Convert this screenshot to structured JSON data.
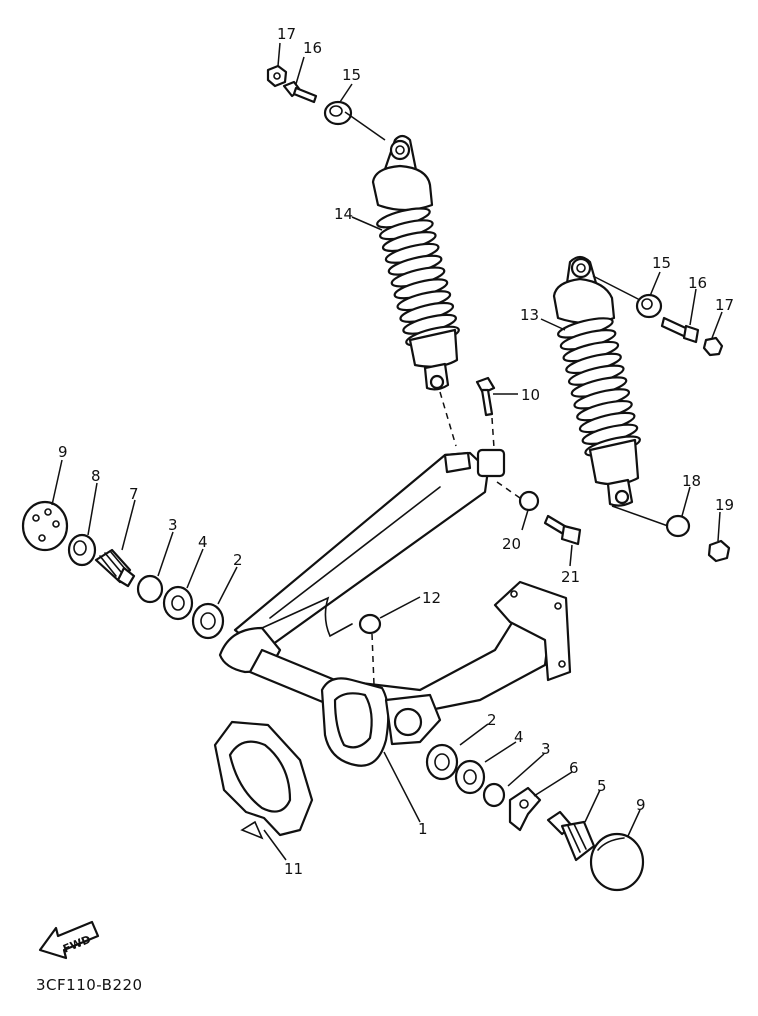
{
  "diagram": {
    "code": "3CF110-B220",
    "forward_mark": "FWD",
    "callouts": {
      "p1": "1",
      "p2a": "2",
      "p2b": "2",
      "p3a": "3",
      "p3b": "3",
      "p4a": "4",
      "p4b": "4",
      "p5": "5",
      "p6": "6",
      "p7": "7",
      "p8": "8",
      "p9a": "9",
      "p9b": "9",
      "p10": "10",
      "p11": "11",
      "p12": "12",
      "p13": "13",
      "p14": "14",
      "p15a": "15",
      "p15b": "15",
      "p16a": "16",
      "p16b": "16",
      "p17a": "17",
      "p17b": "17",
      "p18": "18",
      "p19": "19",
      "p20": "20",
      "p21": "21"
    }
  }
}
